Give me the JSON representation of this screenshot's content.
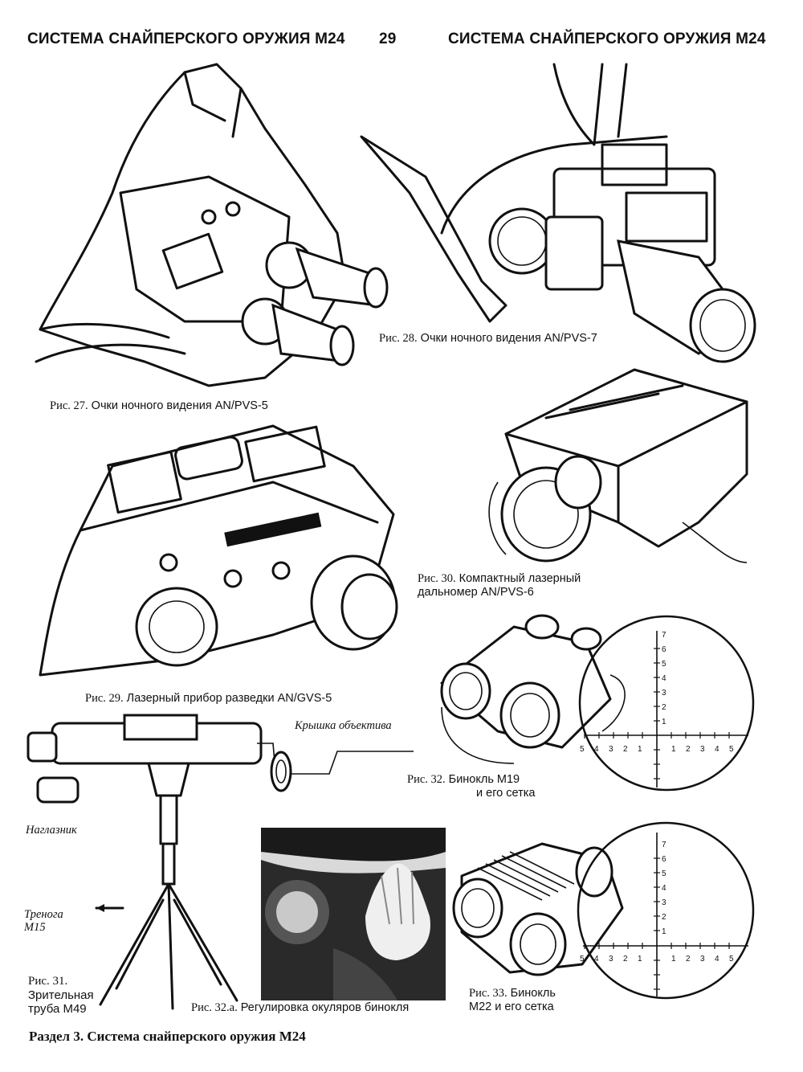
{
  "header": {
    "left_title": "СИСТЕМА СНАЙПЕРСКОГО ОРУЖИЯ М24",
    "page_number": "29",
    "right_title": "СИСТЕМА СНАЙПЕРСКОГО ОРУЖИЯ М24"
  },
  "figures": {
    "fig27": {
      "label": "Рис. 27.",
      "text": "Очки ночного видения AN/PVS-5"
    },
    "fig28": {
      "label": "Рис. 28.",
      "text": "Очки ночного видения AN/PVS-7"
    },
    "fig29": {
      "label": "Рис. 29.",
      "text": "Лазерный прибор разведки AN/GVS-5"
    },
    "fig30": {
      "label": "Рис. 30.",
      "line1": "Компактный лазерный",
      "line2": "дальномер AN/PVS-6"
    },
    "fig31": {
      "label": "Рис. 31.",
      "line1": "Зрительная",
      "line2": "труба М49"
    },
    "fig32": {
      "label": "Рис. 32.",
      "line1": "Бинокль М19",
      "line2": "и его сетка"
    },
    "fig32a": {
      "label": "Рис. 32.a.",
      "text": "Регулировка окуляров бинокля"
    },
    "fig33": {
      "label": "Рис. 33.",
      "line1": "Бинокль",
      "line2": "М22 и его сетка"
    }
  },
  "callouts": {
    "lens_cap": "Крышка объектива",
    "eyecup": "Наглазник",
    "tripod_line1": "Тренога",
    "tripod_line2": "М15"
  },
  "reticle": {
    "ticks": [
      "1",
      "2",
      "3",
      "4",
      "5",
      "6",
      "7"
    ],
    "h_left": [
      "5",
      "4",
      "3",
      "2",
      "1"
    ],
    "h_right": [
      "1",
      "2",
      "3",
      "4",
      "5"
    ]
  },
  "footer": "Раздел 3. Система снайперского оружия М24"
}
